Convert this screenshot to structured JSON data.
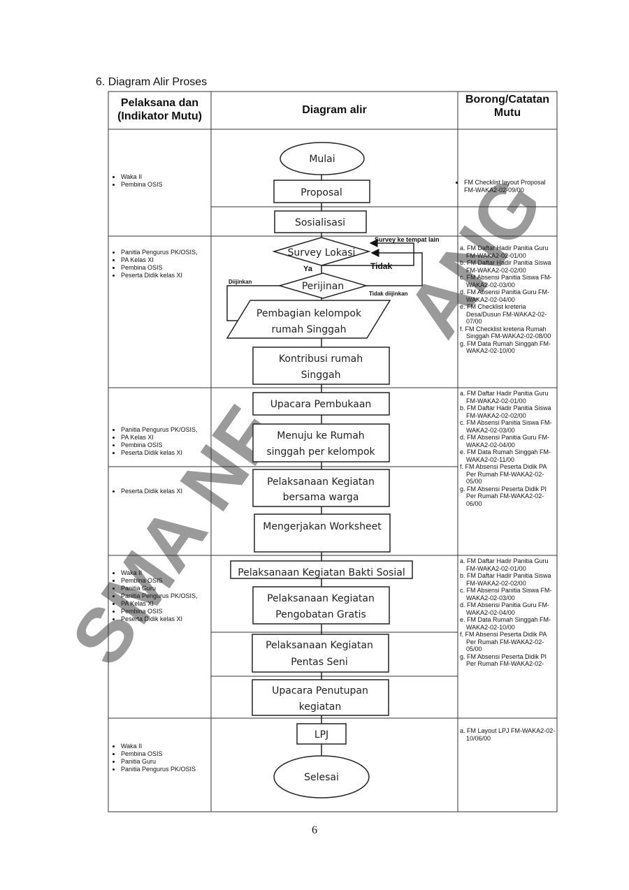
{
  "section_title": "6.  Diagram Alir Proses",
  "headers": {
    "col1": [
      "Pelaksana dan",
      "(Indikator Mutu)"
    ],
    "col2": "Diagram alir",
    "col3": [
      "Borong/Catatan",
      "Mutu"
    ]
  },
  "watermark": [
    "SMA NF",
    "ANG"
  ],
  "flow": {
    "mulai": "Mulai",
    "proposal": "Proposal",
    "sosialisasi": "Sosialisasi",
    "survey": "Survey Lokasi",
    "perijinan": "Perijinan",
    "pembagian": [
      "Pembagian kelompok",
      "rumah Singgah"
    ],
    "kontribusi": [
      "Kontribusi rumah",
      "Singgah"
    ],
    "upacara_buka": "Upacara Pembukaan",
    "menuju": [
      "Menuju ke Rumah",
      "singgah per kelompok"
    ],
    "warga": [
      "Pelaksanaan Kegiatan",
      "bersama warga"
    ],
    "worksheet": "Mengerjakan Worksheet",
    "bakti": "Pelaksanaan Kegiatan Bakti Sosial",
    "pengobatan": [
      "Pelaksanaan Kegiatan",
      "Pengobatan Gratis"
    ],
    "pentas": [
      "Pelaksanaan Kegiatan",
      "Pentas Seni"
    ],
    "penutupan": [
      "Upacara Penutupan",
      "kegiatan"
    ],
    "lpj": "LPJ",
    "selesai": "Selesai",
    "labels": {
      "survey_lain": "Survey ke tempat lain",
      "tidak": "Tidak",
      "ya": "Ya",
      "diijinkan": "Diijinkan",
      "tidak_diijinkan": "Tidak diijinkan"
    }
  },
  "pelaksana": [
    [
      "Waka II",
      "Pembina OSIS"
    ],
    [
      "Panitia Pengurus PK/OSIS,",
      "PA Kelas XI",
      "Pembina OSIS",
      "Peserta Didik kelas XI"
    ],
    [
      "Panitia Pengurus PK/OSIS,",
      "PA Kelas XI",
      "Pembina OSIS",
      "Peserta Didik kelas XI"
    ],
    [
      "Peserta Didik kelas XI"
    ],
    [
      "Waka II",
      "Pembina OSIS",
      "Panitia Guru",
      "Panitia Pengurus PK/OSIS,",
      "PA Kelas XI",
      "Pembina OSIS",
      "Peserta Didik kelas XI"
    ],
    [
      "Waka II",
      "Pembina OSIS",
      "Panitia Guru",
      "Panitia Pengurus PK/OSIS"
    ]
  ],
  "catatan": {
    "row1": "FM  Checklist layout Proposal FM-WAKA2-02-09/00",
    "row2": [
      "a. FM Daftar Hadir Panitia Guru FM-WAKA2-02-01/00",
      "b. FM Daftar Hadir Panitia Siswa FM-WAKA2-02-02/00",
      "c. FM  Absensi Panitia Siswa FM-WAKA2-02-03/00",
      "d. FM  Absensi Panitia Guru FM-WAKA2-02-04/00",
      "e. FM  Checklist kreteria Desa/Dusun FM-WAKA2-02-07/00",
      "f.  FM  Checklist kreteria Rumah Singgah FM-WAKA2-02-08/00",
      "g. FM  Data Rumah Singgah FM-WAKA2-02-10/00"
    ],
    "row3": [
      "a. FM Daftar Hadir Panitia Guru FM-WAKA2-02-01/00",
      "b. FM Daftar Hadir Panitia Siswa FM-WAKA2-02-02/00",
      "c. FM  Absensi Panitia Siswa FM-WAKA2-02-03/00",
      "d. FM  Absensi Panitia Guru FM-WAKA2-02-04/00",
      "e. FM  Data Rumah Singgah FM-WAKA2-02-11/00",
      "f.  FM  Absensi Peserta Didik PA Per Rumah FM-WAKA2-02-05/00",
      "g. FM  Absensi Peserta Didik PI Per Rumah FM-WAKA2-02-06/00"
    ],
    "row4": [
      "a. FM Daftar Hadir Panitia Guru FM-WAKA2-02-01/00",
      "b. FM Daftar Hadir Panitia Siswa FM-WAKA2-02-02/00",
      "c. FM  Absensi Panitia Siswa FM-WAKA2-02-03/00",
      "d. FM  Absensi Panitia Guru FM-WAKA2-02-04/00",
      "e. FM  Data Rumah Singgah FM-WAKA2-02-10/00",
      "f.  FM  Absensi Peserta Didik PA Per Rumah FM-WAKA2-02-05/00",
      "g. FM  Absensi Peserta Didik PI Per Rumah FM-WAKA2-02-"
    ],
    "row5": "a. FM  Layout LPJ FM-WAKA2-02-10/06/00"
  },
  "page_number": "6"
}
